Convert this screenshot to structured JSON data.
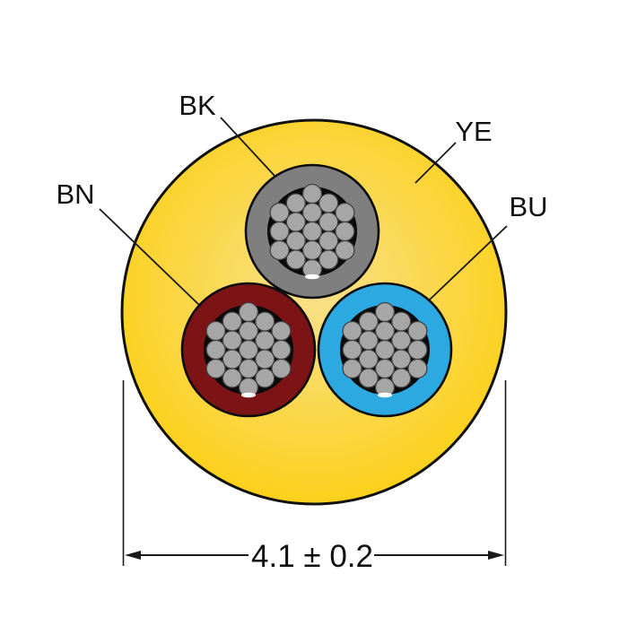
{
  "diagram": {
    "labels": {
      "bk": "BK",
      "ye": "YE",
      "bn": "BN",
      "bu": "BU"
    },
    "dimension": {
      "value": "4.1 ± 0.2"
    },
    "colors": {
      "jacket_center": "#F9E18C",
      "jacket_edge": "#FCD016",
      "bk": "#7F7F7F",
      "bn": "#7C1315",
      "bu": "#2BA9E0",
      "core": "#0A0A0A",
      "strand": "#A6A6A6"
    }
  }
}
